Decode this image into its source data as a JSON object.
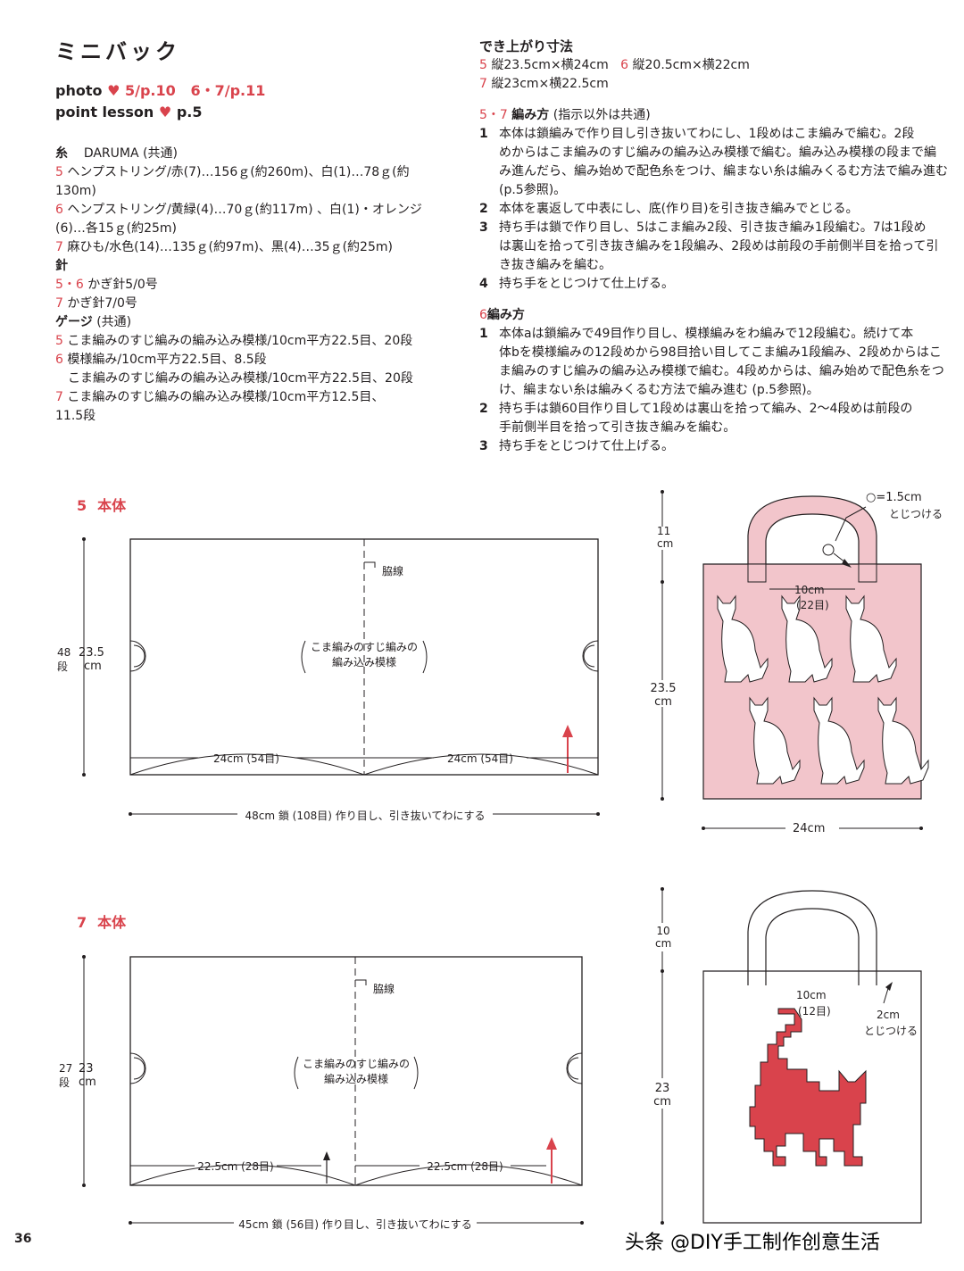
{
  "title": "ミニバック",
  "photo": {
    "label": "photo",
    "ref1": "5/p.10",
    "ref2": "6・7/p.11"
  },
  "point_lesson": {
    "label": "point lesson",
    "ref": "p.5"
  },
  "materials": {
    "yarn_head": "糸",
    "yarn_brand": "DARUMA (共通)",
    "y5_num": "5",
    "y5a": "ヘンプストリング/赤(7)…156ｇ(約260m)、白(1)…78ｇ(約",
    "y5b": "130m)",
    "y6_num": "6",
    "y6a": "ヘンプストリング/黄緑(4)…70ｇ(約117m) 、白(1)・オレンジ",
    "y6b": "(6)…各15ｇ(約25m)",
    "y7_num": "7",
    "y7a": "麻ひも/水色(14)…135ｇ(約97m)、黒(4)…35ｇ(約25m)",
    "needle_head": "針",
    "n56_num": "5・6",
    "n56": "かぎ針5/0号",
    "n7_num": "7",
    "n7": "かぎ針7/0号",
    "gauge_head": "ゲージ",
    "gauge_common": "(共通)",
    "g5_num": "5",
    "g5": "こま編みのすじ編みの編み込み模様/10cm平方22.5目、20段",
    "g6_num": "6",
    "g6a": "模様編み/10cm平方22.5目、8.5段",
    "g6b": "こま編みのすじ編みの編み込み模様/10cm平方22.5目、20段",
    "g7_num": "7",
    "g7a": "こま編みのすじ編みの編み込み模様/10cm平方12.5目、",
    "g7b": "11.5段"
  },
  "finished": {
    "head": "でき上がり寸法",
    "s5_num": "5",
    "s5": "縦23.5cm×横24cm",
    "s6_num": "6",
    "s6": "縦20.5cm×横22cm",
    "s7_num": "7",
    "s7": "縦23cm×横22.5cm"
  },
  "method57": {
    "num": "5・7",
    "head": "編み方",
    "note": "(指示以外は共通)",
    "lines": [
      {
        "n": "1",
        "t": "本体は鎖編みで作り目し引き抜いてわにし、1段めはこま編みで編む。2段"
      },
      {
        "n": "",
        "t": "めからはこま編みのすじ編みの編み込み模様で編む。編み込み模様の段まで編"
      },
      {
        "n": "",
        "t": "み進んだら、編み始めで配色糸をつけ、編まない糸は編みくるむ方法で編み進む"
      },
      {
        "n": "",
        "t": "(p.5参照)。"
      },
      {
        "n": "2",
        "t": "本体を裏返して中表にし、底(作り目)を引き抜き編みでとじる。"
      },
      {
        "n": "3",
        "t": "持ち手は鎖で作り目し、5はこま編み2段、引き抜き編み1段編む。7は1段め"
      },
      {
        "n": "",
        "t": "は裏山を拾って引き抜き編みを1段編み、2段めは前段の手前側半目を拾って引"
      },
      {
        "n": "",
        "t": "き抜き編みを編む。"
      },
      {
        "n": "4",
        "t": "持ち手をとじつけて仕上げる。"
      }
    ]
  },
  "method6": {
    "num": "6",
    "head": "編み方",
    "lines": [
      {
        "n": "1",
        "t": "本体aは鎖編みで49目作り目し、模様編みをわ編みで12段編む。続けて本"
      },
      {
        "n": "",
        "t": "体bを模様編みの12段めから98目拾い目してこま編み1段編み、2段めからはこ"
      },
      {
        "n": "",
        "t": "ま編みのすじ編みの編み込み模様で編む。4段めからは、編み始めで配色糸をつ"
      },
      {
        "n": "",
        "t": "け、編まない糸は編みくるむ方法で編み進む (p.5参照)。"
      },
      {
        "n": "2",
        "t": "持ち手は鎖60目作り目して1段めは裏山を拾って編み、2～4段めは前段の"
      },
      {
        "n": "",
        "t": "手前側半目を拾って引き抜き編みを編む。"
      },
      {
        "n": "3",
        "t": "持ち手をとじつけて仕上げる。"
      }
    ]
  },
  "diagram5": {
    "num": "5",
    "label": "本体",
    "side_line": "脇線",
    "pattern1": "こま編みのすじ編みの",
    "pattern2": "編み込み模様",
    "height_rows": "48",
    "height_rows_unit": "段",
    "height_cm": "23.5",
    "height_cm_unit": "cm",
    "half_left": "24cm (54目)",
    "half_right": "24cm (54目)",
    "chain": "48cm 鎖 (108目) 作り目し、引き抜いてわにする",
    "bag_handle_h": "11",
    "bag_handle_unit": "cm",
    "bag_body_h": "23.5",
    "bag_body_unit": "cm",
    "bag_width": "24cm",
    "handle_gap": "10cm",
    "handle_gap_st": "(22目)",
    "circle_note": "○=1.5cm",
    "circle_note2": "とじつける"
  },
  "diagram7": {
    "num": "7",
    "label": "本体",
    "side_line": "脇線",
    "pattern1": "こま編みのすじ編みの",
    "pattern2": "編み込み模様",
    "height_rows": "27",
    "height_rows_unit": "段",
    "height_cm": "23",
    "height_cm_unit": "cm",
    "half_left": "22.5cm (28目)",
    "half_right": "22.5cm (28目)",
    "chain": "45cm 鎖 (56目) 作り目し、引き抜いてわにする",
    "bag_handle_h": "10",
    "bag_handle_unit": "cm",
    "bag_body_h": "23",
    "bag_body_unit": "cm",
    "handle_gap": "10cm",
    "handle_gap_st": "(12目)",
    "attach_note": "2cm",
    "attach_note2": "とじつける"
  },
  "page_number": "36",
  "watermark": "头条 @DIY手工制作创意生活",
  "colors": {
    "accent": "#d9434c",
    "pink_fill": "#f2c5cb",
    "cat_fill": "#d9434c"
  }
}
